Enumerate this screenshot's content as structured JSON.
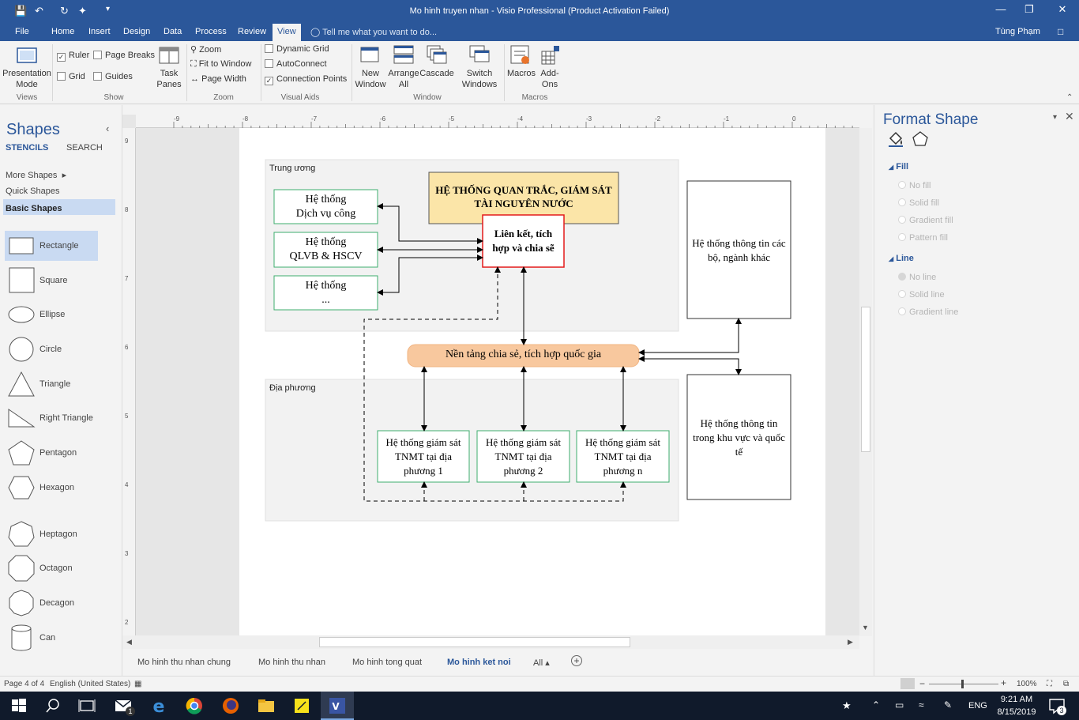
{
  "window": {
    "title": "Mo hinh truyen nhan - Visio Professional (Product Activation Failed)",
    "minimize": "—",
    "restore": "❐",
    "close": "✕"
  },
  "menu": {
    "tabs": [
      "File",
      "Home",
      "Insert",
      "Design",
      "Data",
      "Process",
      "Review",
      "View"
    ],
    "active": "View",
    "tell_me": "Tell me what you want to do...",
    "user": "Tùng Phạm"
  },
  "ribbon": {
    "presentation_mode": "Presentation Mode",
    "views_label": "Views",
    "ruler": "Ruler",
    "page_breaks": "Page Breaks",
    "grid": "Grid",
    "guides": "Guides",
    "task_panes": "Task Panes",
    "show_label": "Show",
    "zoom": "Zoom",
    "fit_to_window": "Fit to Window",
    "page_width": "Page Width",
    "zoom_label": "Zoom",
    "dynamic_grid": "Dynamic Grid",
    "autoconnect": "AutoConnect",
    "connection_points": "Connection Points",
    "visual_aids_label": "Visual Aids",
    "new_window": "New Window",
    "arrange_all": "Arrange All",
    "cascade": "Cascade",
    "switch_windows": "Switch Windows",
    "window_label": "Window",
    "macros": "Macros",
    "add_ons": "Add-Ons",
    "macros_label": "Macros"
  },
  "shapes_panel": {
    "title": "Shapes",
    "stencils": "STENCILS",
    "search": "SEARCH",
    "more_shapes": "More Shapes",
    "quick_shapes": "Quick Shapes",
    "basic_shapes": "Basic Shapes",
    "items": [
      "Rectangle",
      "Square",
      "Ellipse",
      "Circle",
      "Triangle",
      "Right Triangle",
      "Pentagon",
      "Hexagon",
      "Heptagon",
      "Octagon",
      "Decagon",
      "Can"
    ]
  },
  "ruler": {
    "top": [
      "-9",
      "-8",
      "-7",
      "-6",
      "-5",
      "-4",
      "-3",
      "-2",
      "-1",
      "0"
    ],
    "left": [
      "9",
      "8",
      "7",
      "6",
      "5",
      "4",
      "3",
      "2"
    ]
  },
  "diagram": {
    "central_label": "Trung ương",
    "local_label": "Địa phương",
    "main_system": "HỆ THỐNG QUAN TRẮC, GIÁM SÁT TÀI NGUYÊN NƯỚC",
    "link_box": "Liên kết, tích hợp và chia sẽ",
    "sys_public_1": "Hệ thống",
    "sys_public_2": "Dịch vụ công",
    "sys_qlvb_1": "Hệ thống",
    "sys_qlvb_2": "QLVB & HSCV",
    "sys_other_1": "Hệ thống",
    "sys_other_2": "...",
    "platform": "Nền tảng chia sẻ, tích hợp quốc gia",
    "ministries": "Hệ thống thông tin các bộ, ngành khác",
    "regional": "Hệ thống thông tin trong khu vực và quốc tế",
    "local_1": "Hệ thống giám sát TNMT tại địa phương 1",
    "local_2": "Hệ thống giám sát TNMT tại địa phương 2",
    "local_n": "Hệ thống giám sát TNMT tại địa phương n"
  },
  "sheets": {
    "tabs": [
      "Mo hinh thu nhan chung",
      "Mo hinh thu nhan",
      "Mo hinh tong quat",
      "Mo hinh ket noi",
      "All ▴"
    ],
    "active": "Mo hinh ket noi"
  },
  "format_shape": {
    "title": "Format Shape",
    "fill": "Fill",
    "fill_options": [
      "No fill",
      "Solid fill",
      "Gradient fill",
      "Pattern fill"
    ],
    "line": "Line",
    "line_options": [
      "No line",
      "Solid line",
      "Gradient line"
    ]
  },
  "status": {
    "page": "Page 4 of 4",
    "language": "English (United States)",
    "zoom": "100%"
  },
  "taskbar": {
    "language": "ENG",
    "time": "9:21 AM",
    "date": "8/15/2019",
    "mail_badge": "1",
    "notification_badge": "3"
  },
  "colors": {
    "accent": "#2b579a",
    "main_system_fill": "#fbe5a8",
    "platform_fill": "#f8c89e",
    "link_border": "#e31b1b",
    "green_border": "#3dae6e"
  }
}
